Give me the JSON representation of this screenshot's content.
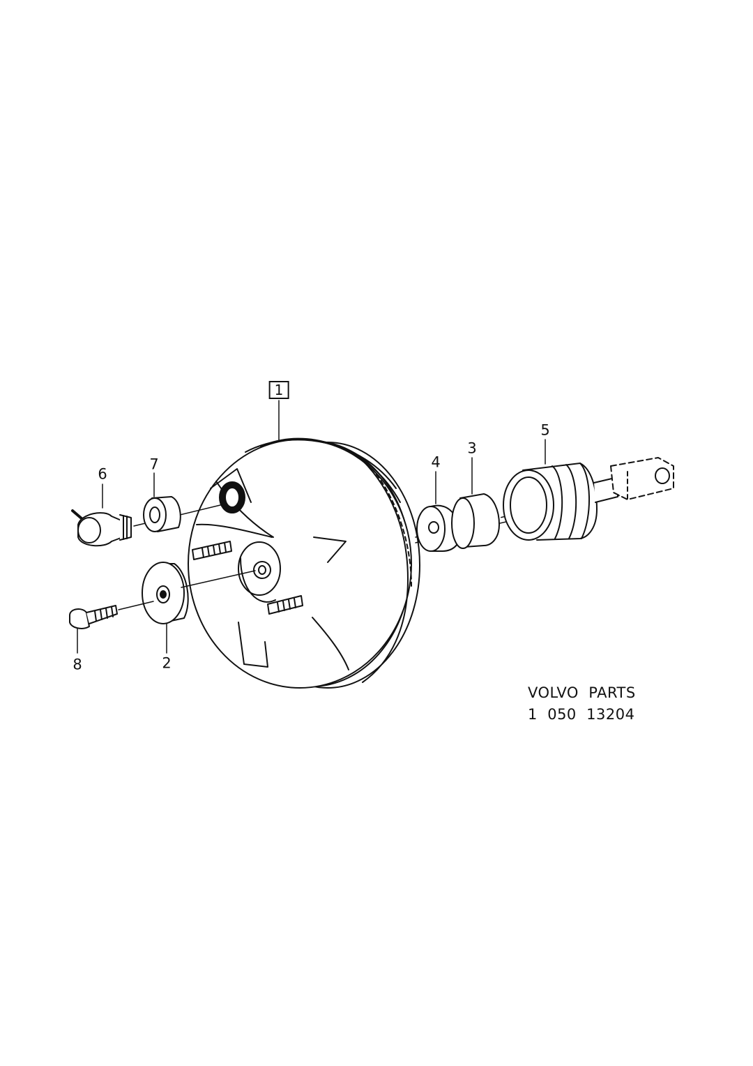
{
  "callouts": {
    "c1": "1",
    "c2": "2",
    "c3": "3",
    "c4": "4",
    "c5": "5",
    "c6": "6",
    "c7": "7",
    "c8": "8"
  },
  "caption": {
    "line1": "VOLVO  PARTS",
    "line2": "1  050  13204"
  }
}
